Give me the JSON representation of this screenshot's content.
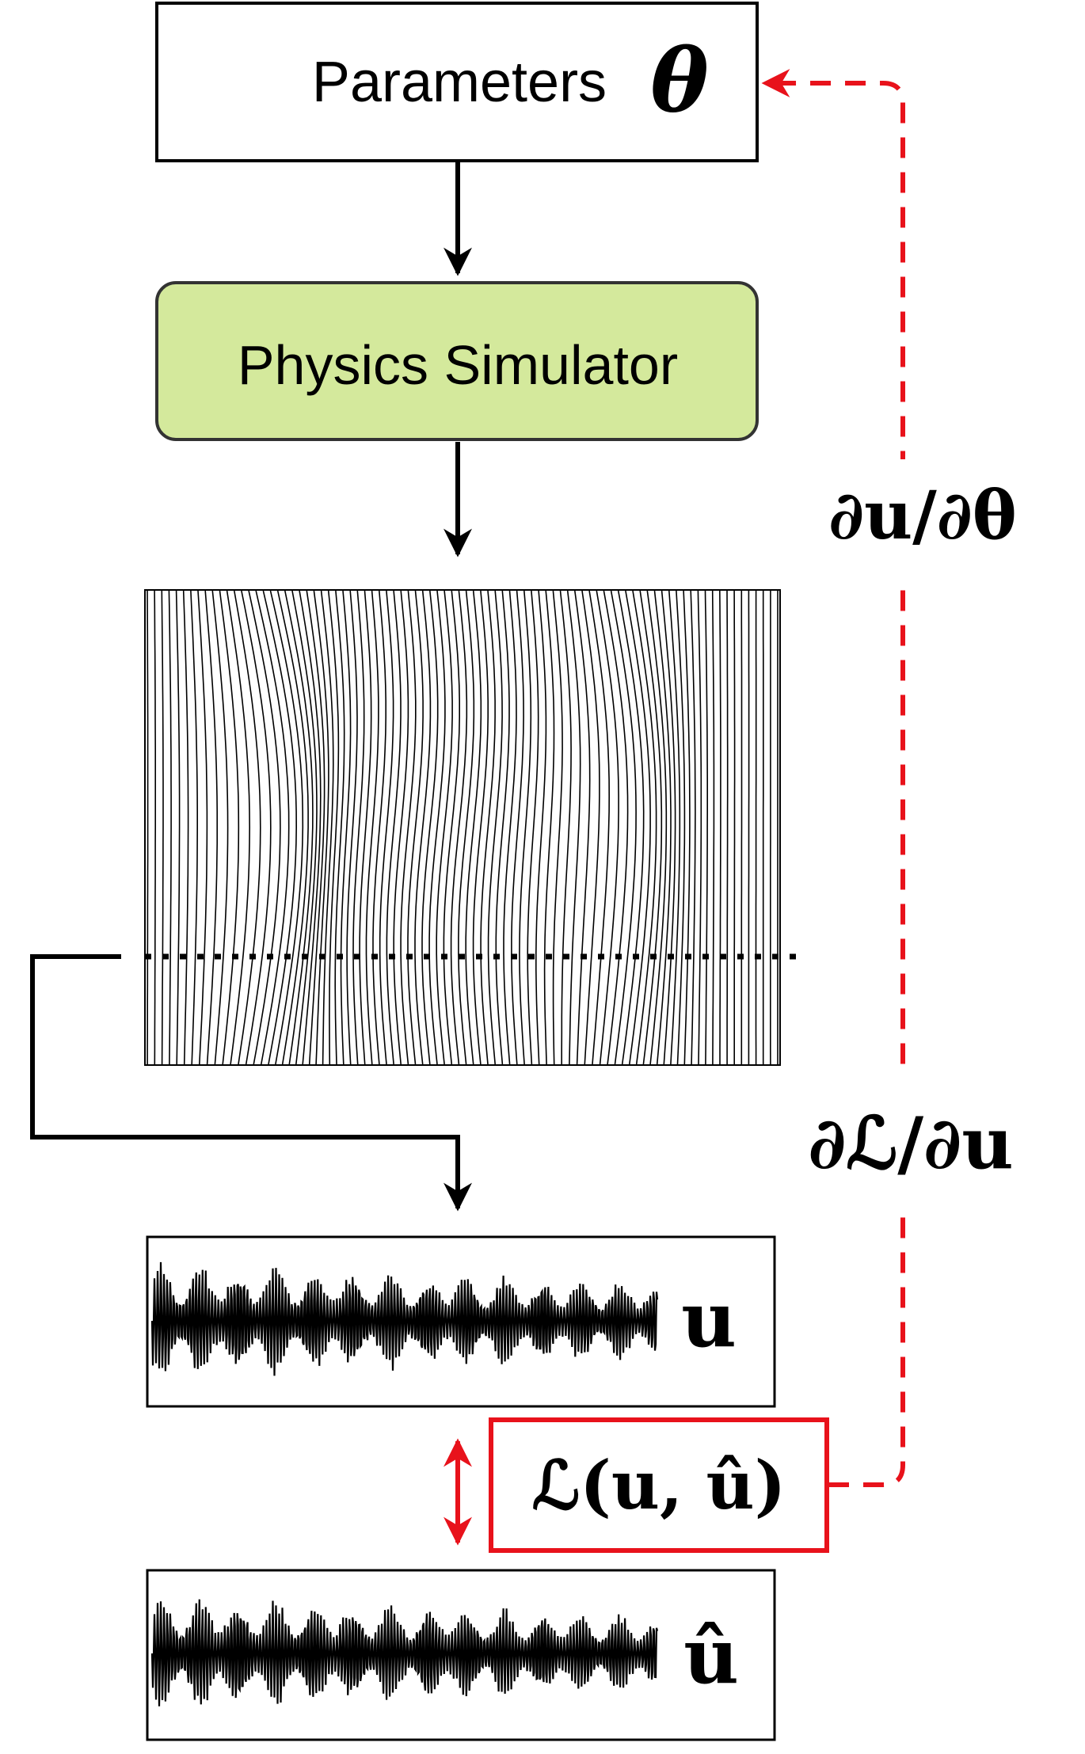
{
  "colors": {
    "stroke": "#000000",
    "simulator_fill": "#d4e99c",
    "gradient_path": "#e8121b",
    "background": "#ffffff"
  },
  "parameters_box": {
    "label": "Parameters",
    "symbol": "θ"
  },
  "simulator_box": {
    "label": "Physics Simulator"
  },
  "gradient_labels": {
    "du_dtheta": "∂u/∂θ",
    "dL_du": "∂ℒ/∂u"
  },
  "signals": {
    "output": {
      "symbol": "u"
    },
    "target": {
      "symbol": "û"
    }
  },
  "loss_box": {
    "label": "ℒ(u, û)"
  }
}
